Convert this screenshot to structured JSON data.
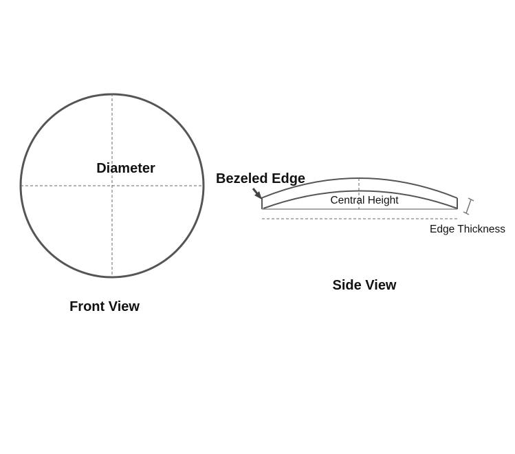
{
  "front_view": {
    "diameter_label": "Diameter",
    "caption": "Front View"
  },
  "side_view": {
    "bezeled_edge_label": "Bezeled Edge",
    "central_height_label": "Central Height",
    "edge_thickness_label": "Edge Thickness",
    "caption": "Side View"
  }
}
